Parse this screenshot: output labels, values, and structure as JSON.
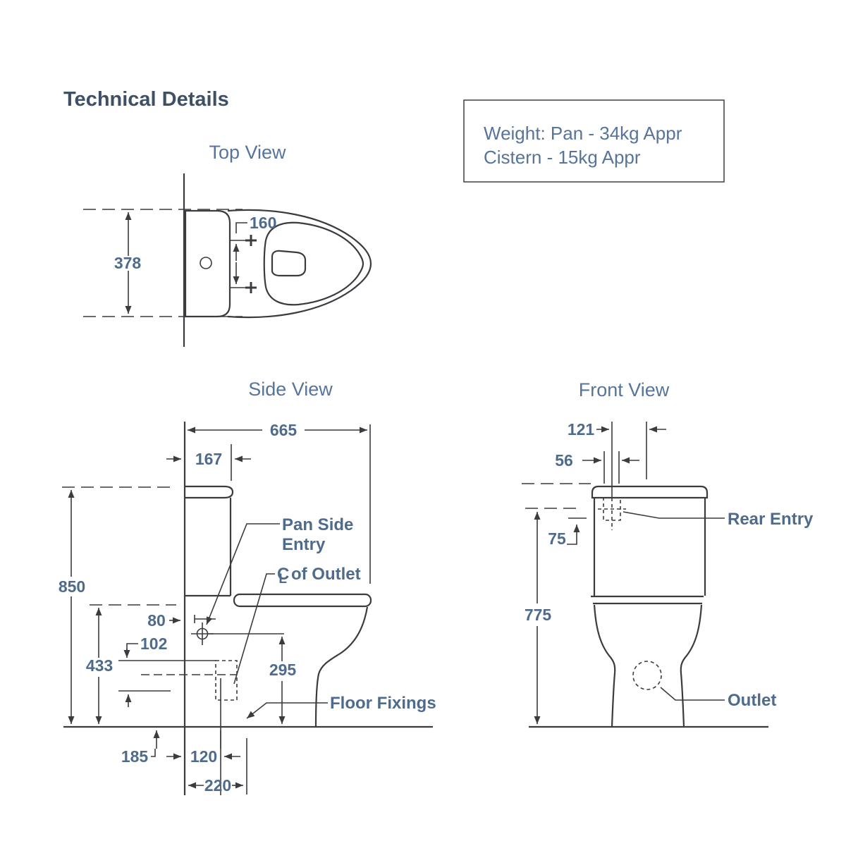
{
  "title": "Technical Details",
  "weight_box": {
    "line1": "Weight: Pan - 34kg Appr",
    "line2": "Cistern - 15kg Appr"
  },
  "top_view": {
    "label": "Top View",
    "dim_overall_depth": "378",
    "dim_fixing_centres": "160"
  },
  "side_view": {
    "label": "Side View",
    "dim_overall_width": "665",
    "dim_cistern_depth": "167",
    "dim_overall_height": "850",
    "dim_entry_offset": "80",
    "dim_outlet_size": "102",
    "dim_seat_height": "433",
    "dim_outlet_centre_height": "295",
    "dim_fixing_a": "185",
    "dim_fixing_b": "120",
    "dim_outlet_depth": "220",
    "label_pan_side_entry_1": "Pan Side",
    "label_pan_side_entry_2": "Entry",
    "label_cl_c": "C",
    "label_cl_l": "L",
    "label_cl_rest": "of Outlet",
    "label_floor_fixings": "Floor Fixings"
  },
  "front_view": {
    "label": "Front View",
    "dim_inlet_offset": "121",
    "dim_inlet_width": "56",
    "dim_entry_drop": "75",
    "dim_height": "775",
    "label_rear_entry": "Rear Entry",
    "label_outlet": "Outlet"
  },
  "colors": {
    "line": "#3b3b40",
    "dim_text": "#4f6b8c",
    "label_text": "#57749b",
    "title_text": "#3e5066",
    "bg": "#ffffff"
  }
}
